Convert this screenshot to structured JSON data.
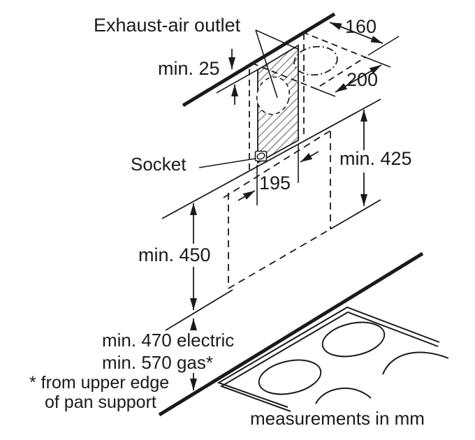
{
  "page": {
    "background": "#ffffff",
    "line_color": "#1a1a1a"
  },
  "diagram": {
    "outlet_label": "Exhaust-air outlet",
    "socket_label": "Socket",
    "dim_min25": "min. 25",
    "dim_160": "160",
    "dim_200": "200",
    "dim_195": "195",
    "dim_min425": "min. 425",
    "dim_min450": "min. 450",
    "dim_min470": "min. 470 electric",
    "dim_min570": "min. 570 gas*",
    "footnote_line1": "* from upper edge",
    "footnote_line2": "of pan support",
    "units_note": "measurements in mm"
  }
}
